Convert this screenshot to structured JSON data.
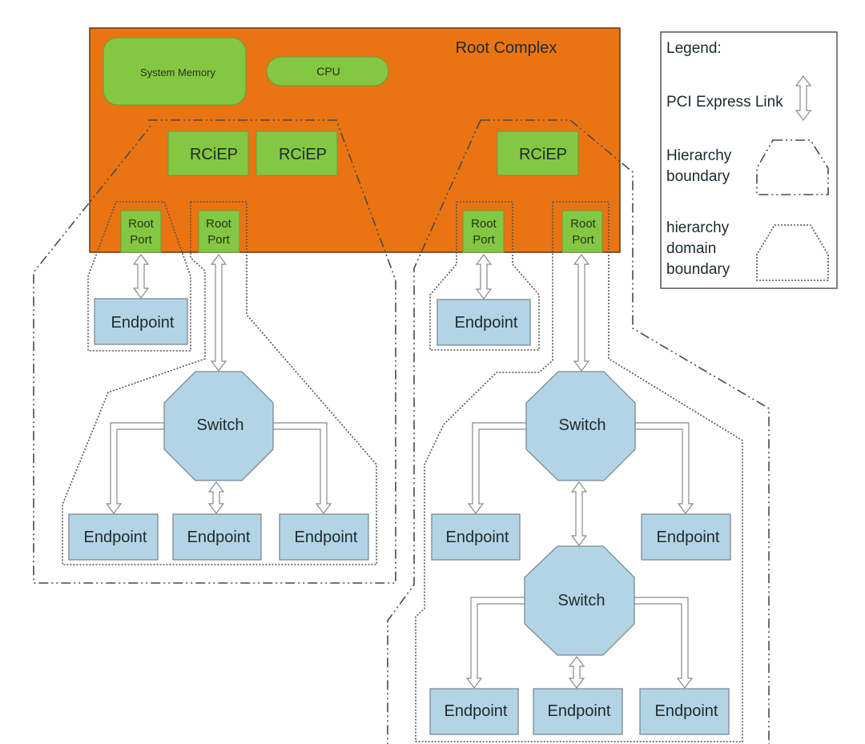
{
  "root_complex": {
    "title": "Root Complex",
    "system_memory": "System Memory",
    "cpu": "CPU",
    "rciep": [
      "RCiEP",
      "RCiEP",
      "RCiEP"
    ],
    "root_ports": [
      {
        "line1": "Root",
        "line2": "Port"
      },
      {
        "line1": "Root",
        "line2": "Port"
      },
      {
        "line1": "Root",
        "line2": "Port"
      },
      {
        "line1": "Root",
        "line2": "Port"
      }
    ]
  },
  "nodes": {
    "endpoint_label": "Endpoint",
    "switch_label": "Switch"
  },
  "left_hierarchy": {
    "direct_endpoint": "Endpoint",
    "switch": "Switch",
    "switch_endpoints": [
      "Endpoint",
      "Endpoint",
      "Endpoint"
    ]
  },
  "right_hierarchy": {
    "direct_endpoint": "Endpoint",
    "switch_top": "Switch",
    "switch_top_endpoints": [
      "Endpoint",
      "Endpoint"
    ],
    "switch_bottom": "Switch",
    "switch_bottom_endpoints": [
      "Endpoint",
      "Endpoint",
      "Endpoint"
    ]
  },
  "legend": {
    "title": "Legend:",
    "pcie_link": "PCI Express Link",
    "hierarchy_boundary": [
      "Hierarchy",
      "boundary"
    ],
    "hierarchy_domain_boundary": [
      "hierarchy",
      "domain",
      "boundary"
    ]
  },
  "colors": {
    "root_complex": "#ea7411",
    "component_green": "#84c743",
    "node_blue": "#b3d4e4"
  }
}
